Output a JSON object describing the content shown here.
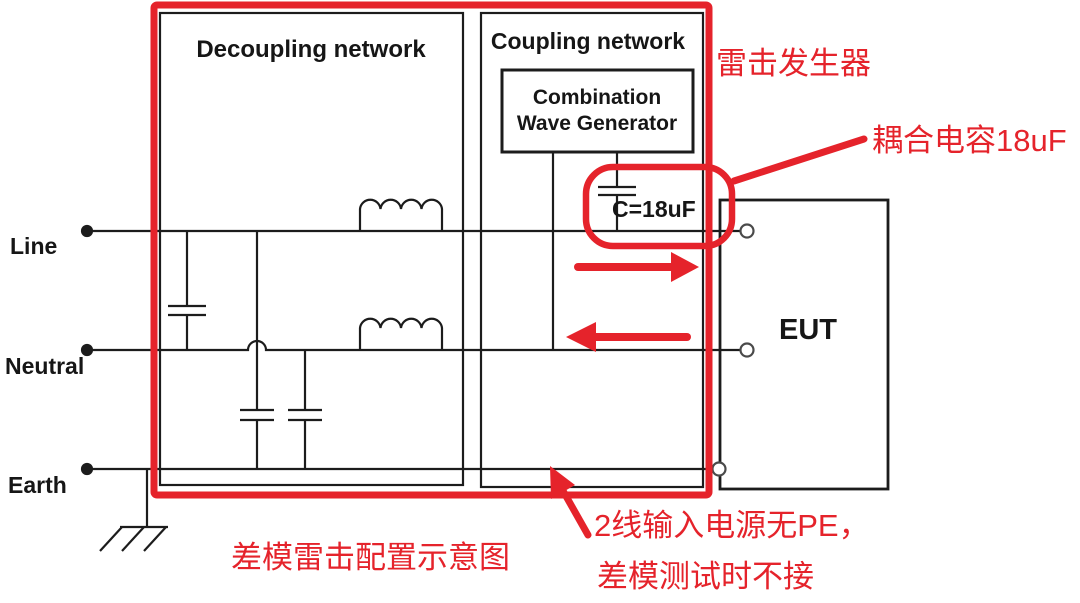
{
  "diagram": {
    "boxes": {
      "decoupling_label": "Decoupling network",
      "coupling_label": "Coupling network",
      "generator_label_line1": "Combination",
      "generator_label_line2": "Wave Generator",
      "eut_label": "EUT"
    },
    "terminals": {
      "line": "Line",
      "neutral": "Neutral",
      "earth": "Earth"
    },
    "components": {
      "coupling_capacitor_value": "C=18uF"
    },
    "annotations": {
      "surge_generator": "雷击发生器",
      "coupling_capacitor": "耦合电容18uF",
      "config_caption": "差模雷击配置示意图",
      "pe_note_line1": "2线输入电源无PE，",
      "pe_note_line2": "差模测试时不接"
    },
    "colors": {
      "annotation_red": "#e5232b",
      "diagram_black": "#1c1c1c"
    }
  }
}
